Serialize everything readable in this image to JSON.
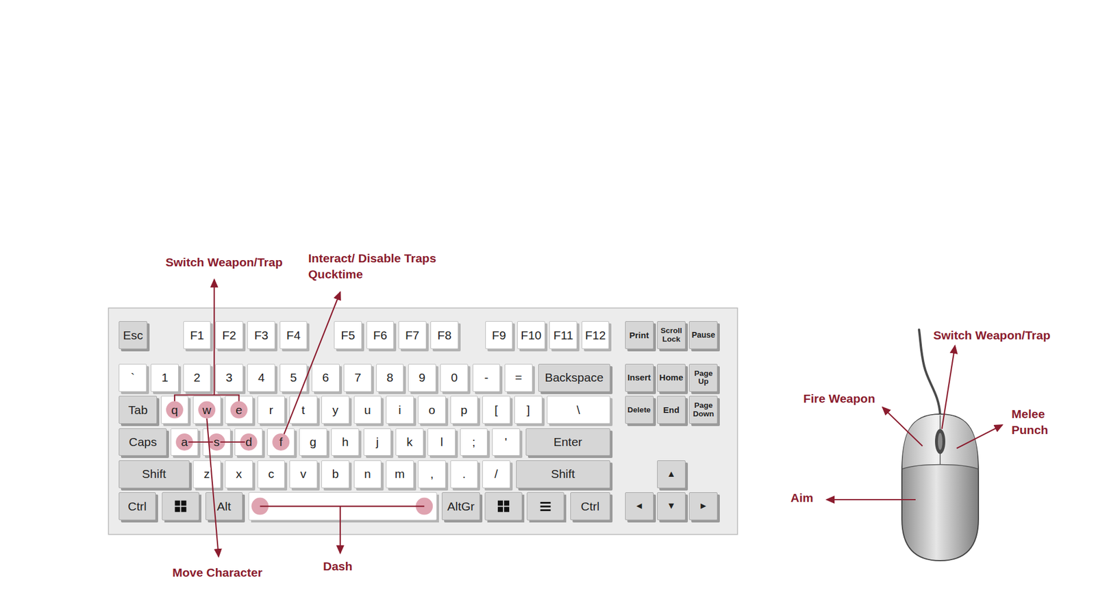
{
  "diagram": {
    "nodes": [
      {
        "text": [
          "Esc"
        ]
      },
      {
        "text": [
          "F1"
        ]
      },
      {
        "text": [
          "F2"
        ]
      },
      {
        "text": [
          "F3"
        ]
      },
      {
        "text": [
          "F4"
        ]
      },
      {
        "text": [
          "F5"
        ]
      },
      {
        "text": [
          "F6"
        ]
      },
      {
        "text": [
          "F7"
        ]
      },
      {
        "text": [
          "F8"
        ]
      },
      {
        "text": [
          "F9"
        ]
      },
      {
        "text": [
          "F10"
        ]
      },
      {
        "text": [
          "F11"
        ]
      },
      {
        "text": [
          "F12"
        ]
      },
      {
        "text": [
          "Print"
        ]
      },
      {
        "text": [
          "Scroll Lock"
        ]
      },
      {
        "text": [
          "Pause"
        ]
      },
      {
        "text": [
          "`"
        ]
      },
      {
        "text": [
          "1"
        ]
      },
      {
        "text": [
          "2"
        ]
      },
      {
        "text": [
          "3"
        ]
      },
      {
        "text": [
          "4"
        ]
      },
      {
        "text": [
          "5"
        ]
      },
      {
        "text": [
          "6"
        ]
      },
      {
        "text": [
          "7"
        ]
      },
      {
        "text": [
          "8"
        ]
      },
      {
        "text": [
          "9"
        ]
      },
      {
        "text": [
          "0"
        ]
      },
      {
        "text": [
          "-"
        ]
      },
      {
        "text": [
          "="
        ]
      },
      {
        "text": [
          "Backspace"
        ]
      },
      {
        "text": [
          "Insert"
        ]
      },
      {
        "text": [
          "Home"
        ]
      },
      {
        "text": [
          "Page Up"
        ]
      },
      {
        "text": [
          "Tab"
        ]
      },
      {
        "text": [
          "q"
        ]
      },
      {
        "text": [
          "w"
        ]
      },
      {
        "text": [
          "e"
        ]
      },
      {
        "text": [
          "r"
        ]
      },
      {
        "text": [
          "t"
        ]
      },
      {
        "text": [
          "y"
        ]
      },
      {
        "text": [
          "u"
        ]
      },
      {
        "text": [
          "i"
        ]
      },
      {
        "text": [
          "o"
        ]
      },
      {
        "text": [
          "p"
        ]
      },
      {
        "text": [
          "["
        ]
      },
      {
        "text": [
          "]"
        ]
      },
      {
        "text": [
          "\\"
        ]
      },
      {
        "text": [
          "Delete"
        ]
      },
      {
        "text": [
          "End"
        ]
      },
      {
        "text": [
          "Page Down"
        ]
      },
      {
        "text": [
          "Caps"
        ]
      },
      {
        "text": [
          "a"
        ]
      },
      {
        "text": [
          "s"
        ]
      },
      {
        "text": [
          "d"
        ]
      },
      {
        "text": [
          "f"
        ]
      },
      {
        "text": [
          "g"
        ]
      },
      {
        "text": [
          "h"
        ]
      },
      {
        "text": [
          "j"
        ]
      },
      {
        "text": [
          "k"
        ]
      },
      {
        "text": [
          "l"
        ]
      },
      {
        "text": [
          ";"
        ]
      },
      {
        "text": [
          "'"
        ]
      },
      {
        "text": [
          "Enter"
        ]
      },
      {
        "text": [
          "Shift"
        ]
      },
      {
        "text": [
          "z"
        ]
      },
      {
        "text": [
          "x"
        ]
      },
      {
        "text": [
          "c"
        ]
      },
      {
        "text": [
          "v"
        ]
      },
      {
        "text": [
          "b"
        ]
      },
      {
        "text": [
          "n"
        ]
      },
      {
        "text": [
          "m"
        ]
      },
      {
        "text": [
          ","
        ]
      },
      {
        "text": [
          "."
        ]
      },
      {
        "text": [
          "/"
        ]
      },
      {
        "text": [
          "Shift"
        ]
      },
      {
        "text": [
          "▲"
        ]
      },
      {
        "text": [
          "Ctrl"
        ]
      },
      {
        "text": [
          "Alt"
        ]
      },
      {
        "text": [
          "AltGr"
        ]
      },
      {
        "text": [
          "Ctrl"
        ]
      },
      {
        "text": [
          "◄"
        ]
      },
      {
        "text": [
          "▼"
        ]
      },
      {
        "text": [
          "►"
        ]
      }
    ],
    "labels": [
      "Switch Weapon/Trap",
      "Interact/ Disable Traps Qucktime",
      "Switch Weapon/Trap",
      "Fire Weapon",
      "Melee Punch",
      "Aim",
      "Move Character",
      "Dash"
    ]
  }
}
